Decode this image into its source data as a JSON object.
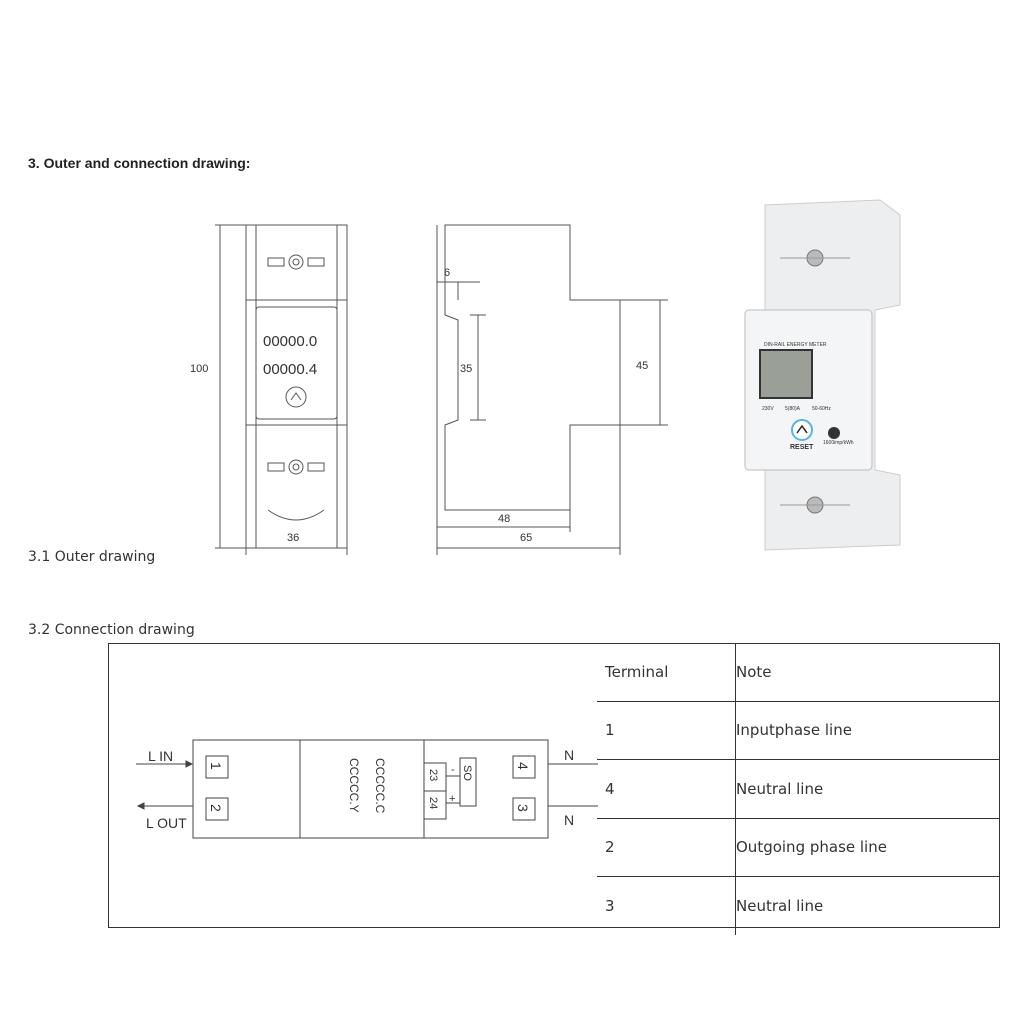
{
  "title": "3. Outer and connection drawing:",
  "outer_caption": "3.1 Outer drawing",
  "connection_caption": "3.2 Connection drawing",
  "front": {
    "height_dim": "100",
    "width_dim": "36",
    "display1": "00000.0",
    "display2": "00000.4"
  },
  "side": {
    "dim_6": "6",
    "dim_35": "35",
    "dim_45": "45",
    "dim_48": "48",
    "dim_65": "65"
  },
  "photo": {
    "label": "DIN-RAIL ENERGY METER",
    "voltage": "230V",
    "current": "5(80)A",
    "freq": "50-60Hz",
    "reset": "RESET",
    "imp": "1600imp/kWh"
  },
  "wiring": {
    "l_in": "L IN",
    "l_out": "L OUT",
    "n1": "N",
    "n2": "N",
    "t1": "1",
    "t2": "2",
    "t3": "3",
    "t4": "4",
    "t23": "23",
    "t24": "24",
    "so": "SO",
    "minus": "-",
    "plus": "+",
    "disp1": "CCCCC.C",
    "disp2": "CCCCC.Y"
  },
  "table": {
    "headers": [
      "Terminal",
      "Note"
    ],
    "rows": [
      [
        "1",
        "Inputphase line"
      ],
      [
        "4",
        "Neutral line"
      ],
      [
        "2",
        "Outgoing phase line"
      ],
      [
        "3",
        "Neutral line"
      ]
    ]
  }
}
